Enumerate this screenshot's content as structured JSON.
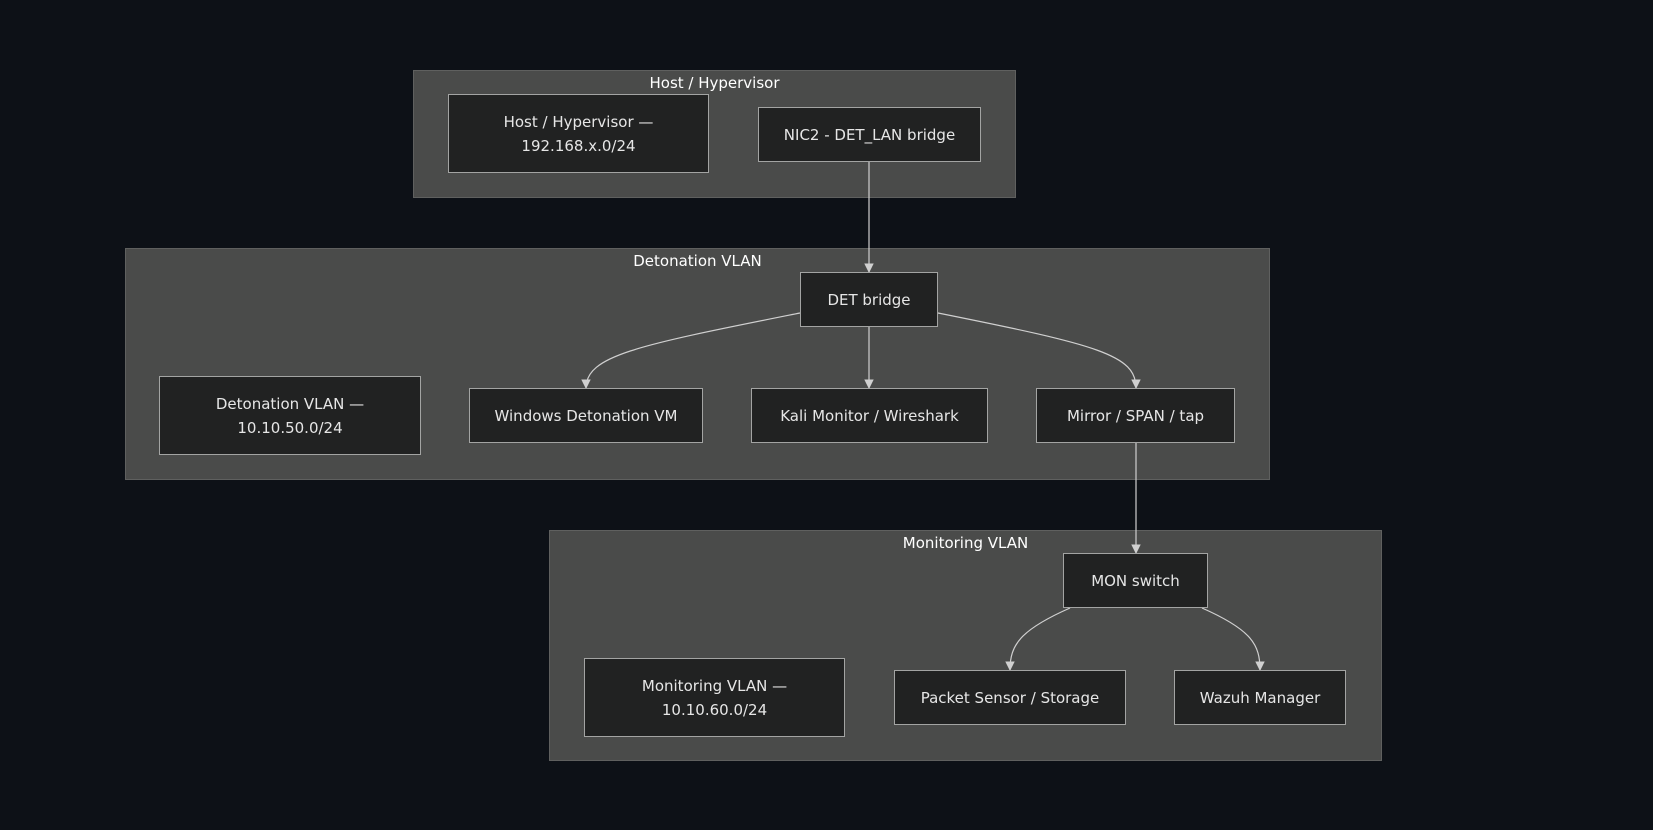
{
  "clusters": {
    "host": {
      "title": "Host / Hypervisor"
    },
    "detonation": {
      "title": "Detonation VLAN"
    },
    "monitoring": {
      "title": "Monitoring VLAN"
    }
  },
  "nodes": {
    "host_subnet": {
      "line1": "Host / Hypervisor —",
      "line2": "192.168.x.0/24"
    },
    "nic2": {
      "label": "NIC2 - DET_LAN bridge"
    },
    "det_bridge": {
      "label": "DET bridge"
    },
    "det_subnet": {
      "line1": "Detonation VLAN —",
      "line2": "10.10.50.0/24"
    },
    "windows_vm": {
      "label": "Windows Detonation VM"
    },
    "kali": {
      "label": "Kali Monitor / Wireshark"
    },
    "mirror": {
      "label": "Mirror / SPAN / tap"
    },
    "mon_switch": {
      "label": "MON switch"
    },
    "mon_subnet": {
      "line1": "Monitoring VLAN —",
      "line2": "10.10.60.0/24"
    },
    "packet_sensor": {
      "label": "Packet Sensor / Storage"
    },
    "wazuh": {
      "label": "Wazuh Manager"
    }
  },
  "edges": [
    {
      "from": "nic2",
      "to": "det_bridge"
    },
    {
      "from": "det_bridge",
      "to": "windows_vm"
    },
    {
      "from": "det_bridge",
      "to": "kali"
    },
    {
      "from": "det_bridge",
      "to": "mirror"
    },
    {
      "from": "mirror",
      "to": "mon_switch"
    },
    {
      "from": "mon_switch",
      "to": "packet_sensor"
    },
    {
      "from": "mon_switch",
      "to": "wazuh"
    }
  ],
  "colors": {
    "background": "#0d1117",
    "cluster_fill": "#4a4b4a",
    "node_fill": "#212222",
    "node_border": "#a3a4a3",
    "edge": "#d0d0d0"
  }
}
